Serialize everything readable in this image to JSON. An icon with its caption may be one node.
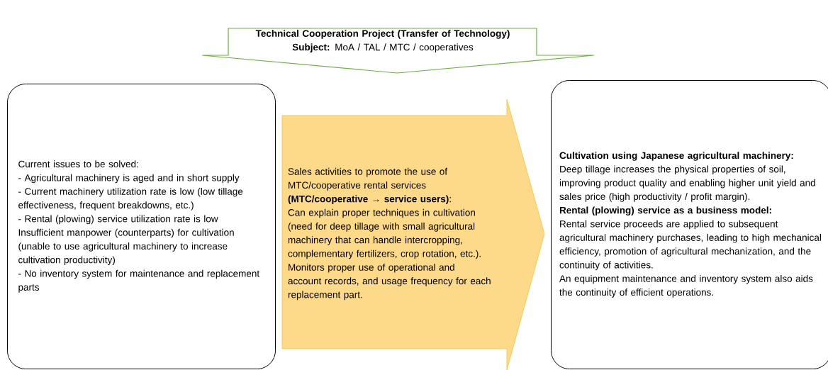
{
  "diagram": {
    "nodes": [
      {
        "text": [
          "Technical Cooperation Project (Transfer of Technology)",
          "**Subject:** MoA / TAL / MTC / cooperatives"
        ]
      },
      {
        "text": [
          "Current issues to be solved:",
          "- Agricultural machinery is aged and in short supply",
          "- Current machinery utilization rate is low (low tillage effectiveness, frequent breakdowns, etc.)",
          "- Rental (plowing) service utilization rate is low",
          "Insufficient manpower (counterparts) for cultivation (unable to use agricultural machinery to increase cultivation productivity)",
          "- No inventory system for maintenance and replacement parts"
        ]
      },
      {
        "text": [
          "Sales activities to promote the use of MTC/cooperative rental services",
          "**(MTC/cooperative → service users)**:",
          "Can explain proper techniques in cultivation (need for deep tillage with small agricultural machinery that can handle intercropping, complementary fertilizers, crop rotation, etc.).",
          "Monitors proper use of operational and account records, and usage frequency for each replacement part."
        ]
      },
      {
        "text": [
          "Cultivation using Japanese agricultural machinery:",
          "Deep tillage increases the physical properties of soil, improving product quality and enabling higher unit yield and sales price (high productivity / profit margin).",
          "Rental (plowing) service as a business model:",
          "Rental service proceeds are applied to subsequent agricultural machinery purchases, leading to high mechanical efficiency, promotion of agricultural mechanization, and the continuity of activities.",
          "An equipment maintenance and inventory system also aids the continuity of efficient operations."
        ]
      }
    ]
  }
}
